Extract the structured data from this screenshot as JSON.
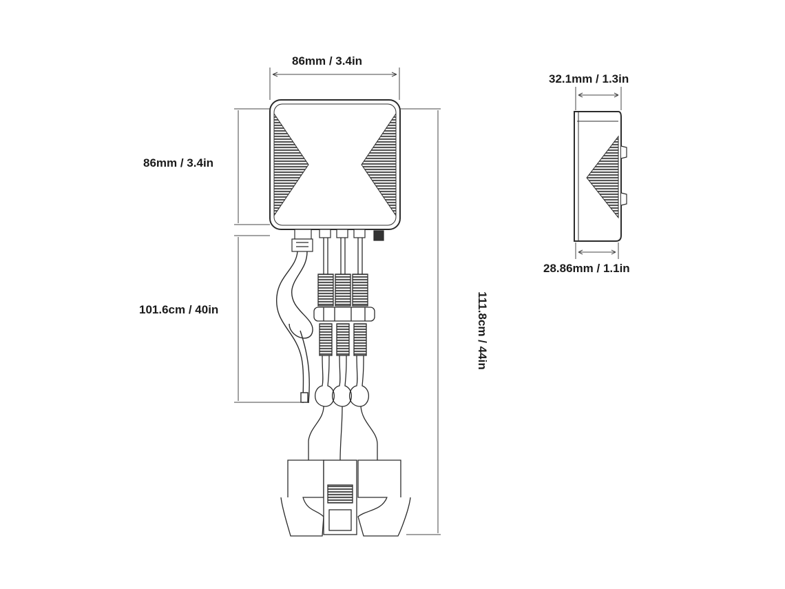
{
  "dimensions": {
    "device_width": "86mm / 3.4in",
    "device_height": "86mm / 3.4in",
    "cable_length": "101.6cm / 40in",
    "total_length": "111.8cm / 44in",
    "side_depth_top": "32.1mm / 1.3in",
    "side_depth_bottom": "28.86mm / 1.1in"
  },
  "colors": {
    "line": "#2b2b2b",
    "hatch": "#555555",
    "background": "#ffffff"
  }
}
